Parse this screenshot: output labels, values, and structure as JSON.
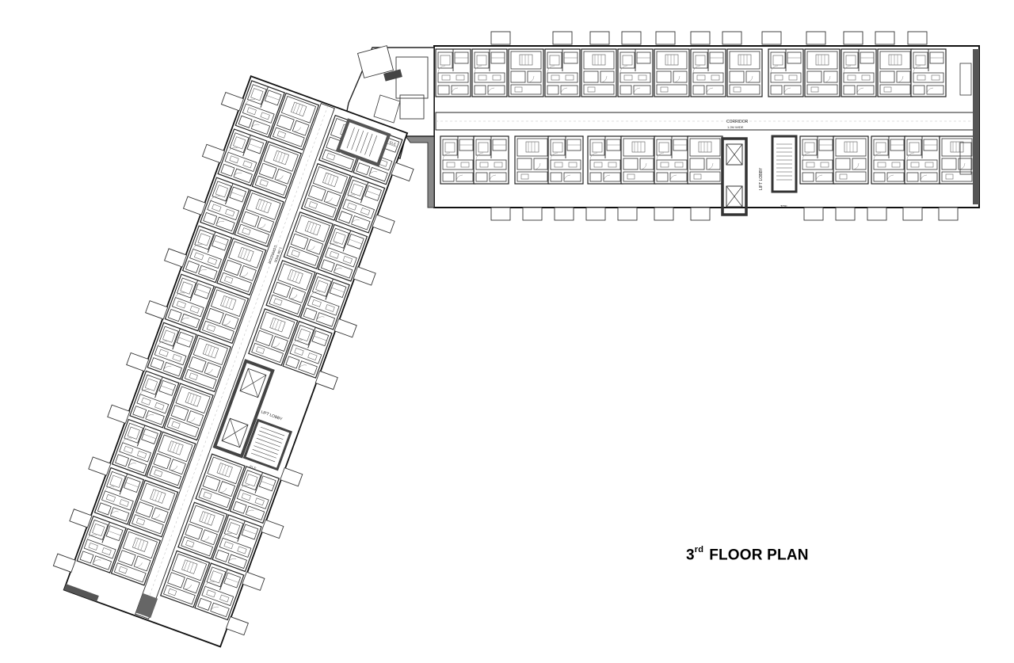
{
  "title": {
    "number": "3",
    "suffix": "rd",
    "text": "FLOOR PLAN"
  },
  "labels": {
    "corridor_east": "CORRIDOR",
    "corridor_east_width": "1.2M WIDE",
    "lift_lobby_east": "LIFT LOBBY",
    "toilet_east": "TOIL",
    "corridor_west": "CORRIDOR",
    "corridor_west_width": "1.2M WIDE",
    "lift_lobby_west": "LIFT LOBBY",
    "elec_west": "ELE",
    "elec_west_2": "ELE"
  }
}
